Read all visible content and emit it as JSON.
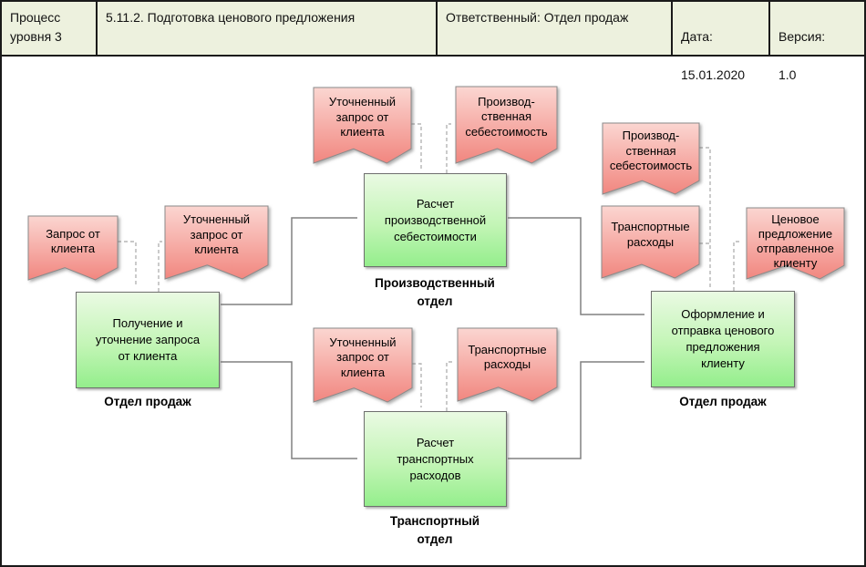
{
  "header": {
    "cells": [
      {
        "label": "Процесс\nуровня 3"
      },
      {
        "label": "5.11.2.  Подготовка ценового предложения"
      },
      {
        "label": "Ответственный: Отдел продаж"
      },
      {
        "label": "Дата:",
        "value": "15.01.2020"
      },
      {
        "label": "Версия:",
        "value": "1.0"
      }
    ]
  },
  "documents": [
    {
      "label": "Запрос от\nклиента"
    },
    {
      "label": "Уточненный\nзапрос от\nклиента"
    },
    {
      "label": "Уточненный\nзапрос от\nклиента"
    },
    {
      "label": "Производ-\nственная\nсебестоимость"
    },
    {
      "label": "Уточненный\nзапрос от\nклиента"
    },
    {
      "label": "Транспортные\nрасходы"
    },
    {
      "label": "Производ-\nственная\nсебестоимость"
    },
    {
      "label": "Транспортные\nрасходы"
    },
    {
      "label": "Ценовое\nпредложение\nотправленное\nклиенту"
    }
  ],
  "processes": [
    {
      "label": "Получение и\nуточнение запроса\nот клиента",
      "department": "Отдел продаж"
    },
    {
      "label": "Расчет\nпроизводственной\nсебестоимости",
      "department": "Производственный\nотдел"
    },
    {
      "label": "Расчет\nтранспортных\nрасходов",
      "department": "Транспортный\nотдел"
    },
    {
      "label": "Оформление  и\nотправка ценового\nпредложения\nклиенту",
      "department": "Отдел продаж"
    }
  ],
  "colors": {
    "pink_top": "#fbd6d1",
    "pink_bottom": "#f1867f",
    "green_top": "#eafae3",
    "green_bottom": "#94ee8c",
    "header_bg": "#edf1de",
    "connector": "#808080",
    "dashed_connector": "#a8a8a8",
    "arrowhead": "#4d4d4d"
  }
}
